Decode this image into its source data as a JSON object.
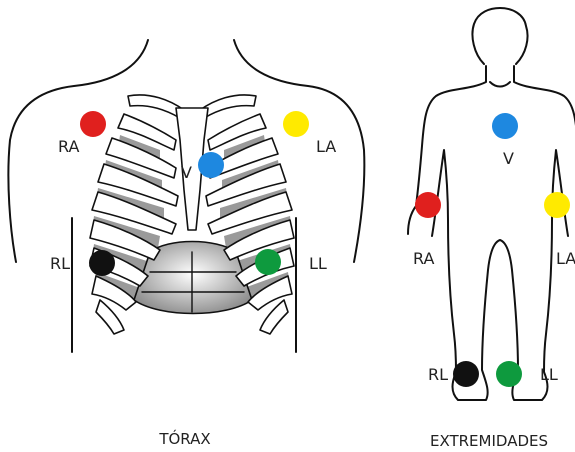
{
  "colors": {
    "RA": "#e0201e",
    "LA": "#ffea00",
    "V": "#1e88e0",
    "RL": "#111111",
    "LL": "#0e9a3e"
  },
  "torax": {
    "caption": "TÓRAX",
    "labels": {
      "RA": "RA",
      "LA": "LA",
      "V": "V",
      "RL": "RL",
      "LL": "LL"
    }
  },
  "extremidades": {
    "caption": "EXTREMIDADES",
    "labels": {
      "RA": "RA",
      "LA": "LA",
      "V": "V",
      "RL": "RL",
      "LL": "LL"
    }
  }
}
